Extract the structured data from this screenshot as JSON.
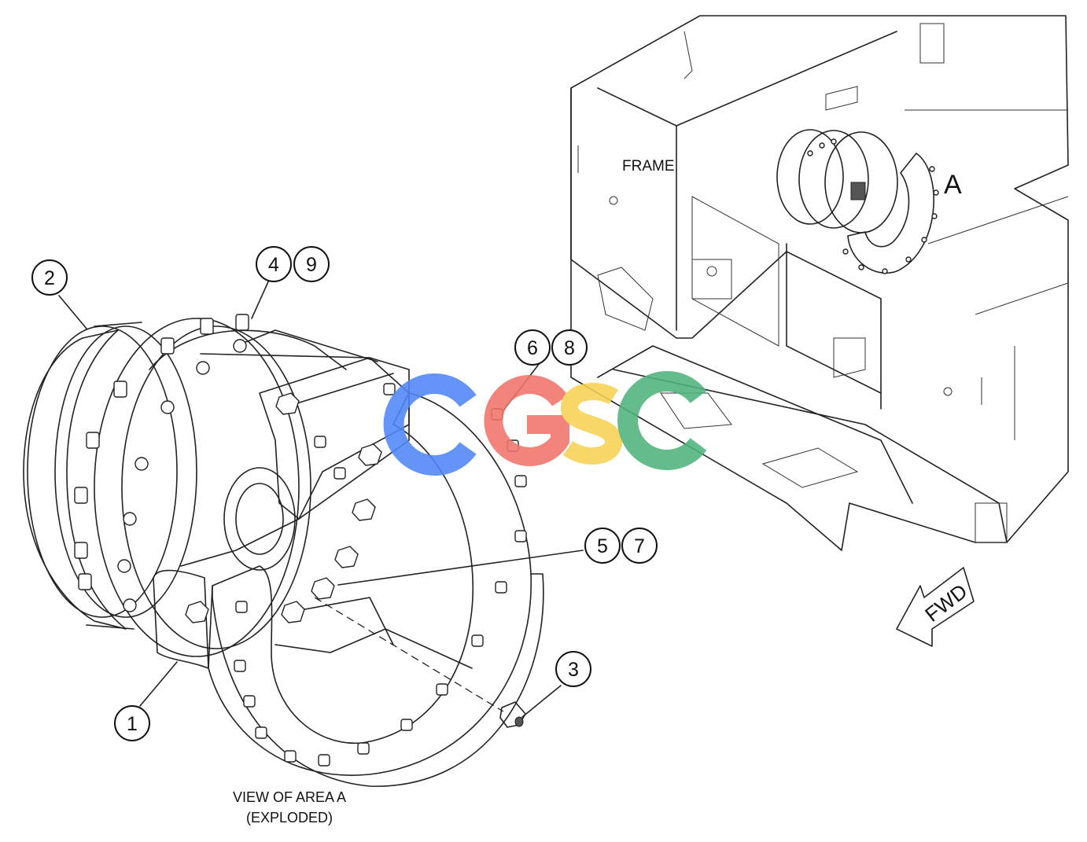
{
  "diagram": {
    "frame_label": "FRAME",
    "area_label": "A",
    "fwd_label": "FWD",
    "view_caption_line1": "VIEW OF AREA A",
    "view_caption_line2": "(EXPLODED)",
    "watermark": "CGSC",
    "watermark_colors": [
      "#4f86f7",
      "#f27469",
      "#f7d254",
      "#4fb27c"
    ],
    "callouts": {
      "c1": "1",
      "c2": "2",
      "c3": "3",
      "c4": "4",
      "c5": "5",
      "c6": "6",
      "c7": "7",
      "c8": "8",
      "c9": "9"
    }
  }
}
